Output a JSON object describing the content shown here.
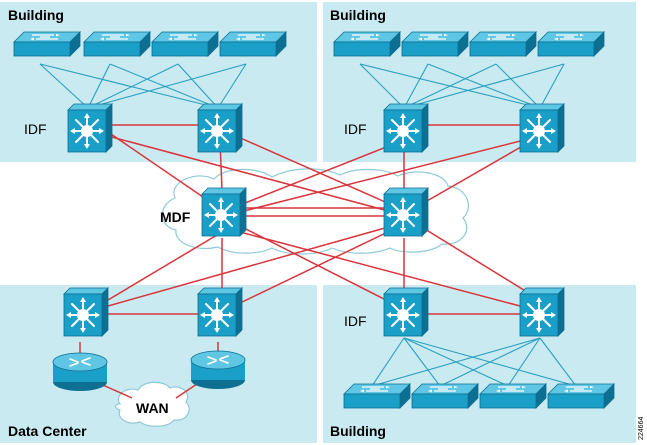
{
  "labels": {
    "building_top_left": "Building",
    "building_top_right": "Building",
    "building_bottom_right": "Building",
    "data_center": "Data Center",
    "idf_top_left": "IDF",
    "idf_top_right": "IDF",
    "idf_bottom_right": "IDF",
    "mdf": "MDF",
    "wan": "WAN",
    "figure_id": "224664"
  },
  "colors": {
    "zone_fill": "#c9eaf0",
    "device_blue": "#1aa0c8",
    "device_dark": "#0d6f92",
    "device_light": "#5fc6e3",
    "access_link": "#2aa0c0",
    "core_link": "#d9343b",
    "wan_link": "#d9343b",
    "cloud_fill": "#ffffff",
    "cloud_stroke": "#8fc9d9"
  },
  "icons": {
    "access_switch": "access-switch-icon",
    "multilayer_switch": "multilayer-switch-icon",
    "router": "router-icon",
    "cloud": "cloud-icon"
  }
}
